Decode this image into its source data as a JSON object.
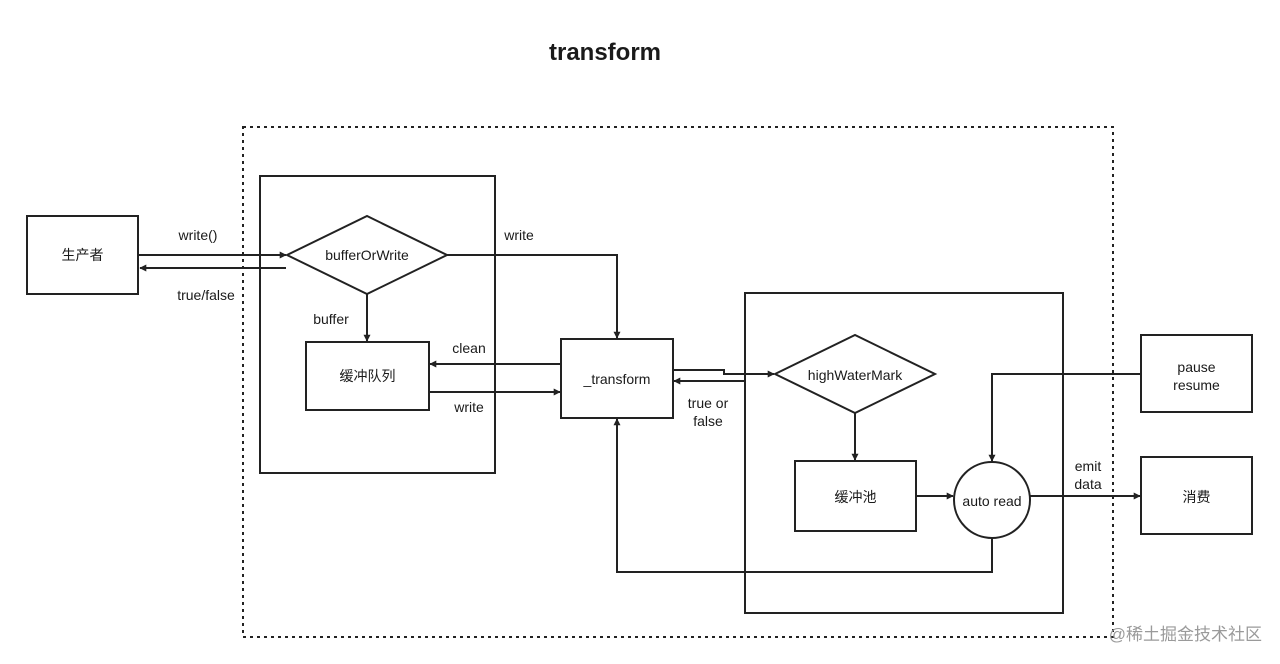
{
  "title": "transform",
  "nodes": {
    "producer": "生产者",
    "buffer_or_write": "bufferOrWrite",
    "buffer_queue": "缓冲队列",
    "transform_fn": "_transform",
    "high_water_mark": "highWaterMark",
    "buffer_pool": "缓冲池",
    "auto_read": "auto read",
    "pause_resume": [
      "pause",
      "resume"
    ],
    "consumer": "消费"
  },
  "edges": {
    "write_call": "write()",
    "true_false": "true/false",
    "write_top": "write",
    "buffer": "buffer",
    "clean": "clean",
    "write_queue": "write",
    "true_or_false": [
      "true or",
      "false"
    ],
    "emit_data": [
      "emit",
      "data"
    ]
  },
  "watermark": "@稀土掘金技术社区"
}
